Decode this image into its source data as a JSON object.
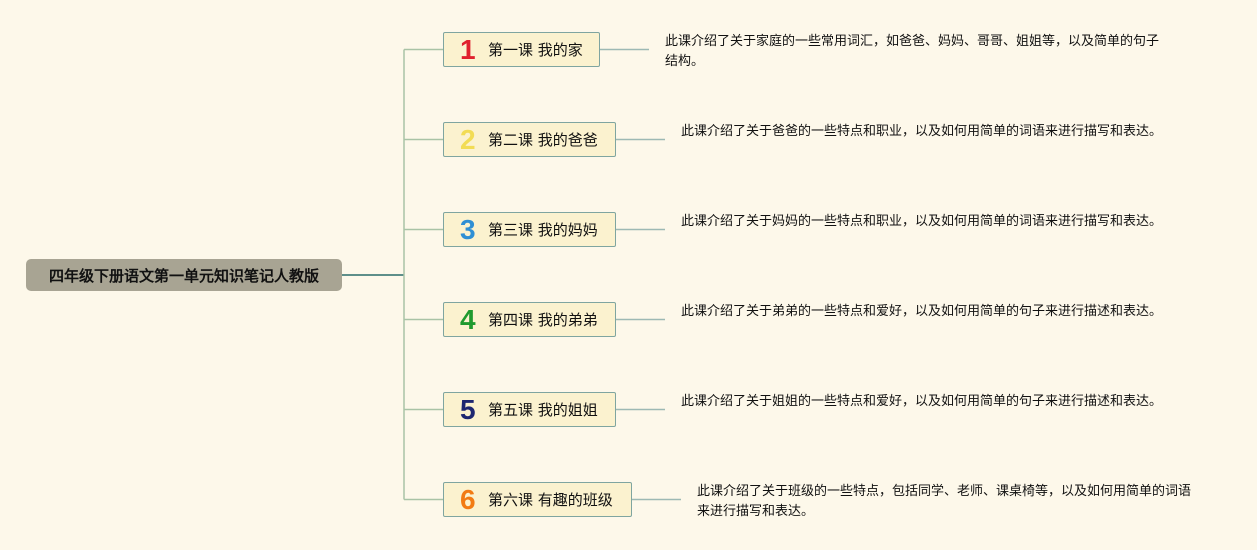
{
  "root": {
    "title": "四年级下册语文第一单元知识笔记人教版"
  },
  "lessons": [
    {
      "number": "1",
      "color": "#e0212e",
      "title": "第一课 我的家",
      "desc": "此课介绍了关于家庭的一些常用词汇，如爸爸、妈妈、哥哥、姐姐等，以及简单的句子结构。"
    },
    {
      "number": "2",
      "color": "#f2dc55",
      "title": "第二课 我的爸爸",
      "desc": "此课介绍了关于爸爸的一些特点和职业，以及如何用简单的词语来进行描写和表达。"
    },
    {
      "number": "3",
      "color": "#2f8fd4",
      "title": "第三课 我的妈妈",
      "desc": "此课介绍了关于妈妈的一些特点和职业，以及如何用简单的词语来进行描写和表达。"
    },
    {
      "number": "4",
      "color": "#1f9a2e",
      "title": "第四课 我的弟弟",
      "desc": "此课介绍了关于弟弟的一些特点和爱好，以及如何用简单的句子来进行描述和表达。"
    },
    {
      "number": "5",
      "color": "#1e2770",
      "title": "第五课 我的姐姐",
      "desc": "此课介绍了关于姐姐的一些特点和爱好，以及如何用简单的句子来进行描述和表达。"
    },
    {
      "number": "6",
      "color": "#f27b13",
      "title": "第六课 有趣的班级",
      "desc": "此课介绍了关于班级的一些特点，包括同学、老师、课桌椅等，以及如何用简单的词语来进行描写和表达。"
    }
  ],
  "colors": {
    "connector": "#5e8f8a",
    "branch": "#a9c3a6",
    "desc_link": "#9db9b4"
  }
}
